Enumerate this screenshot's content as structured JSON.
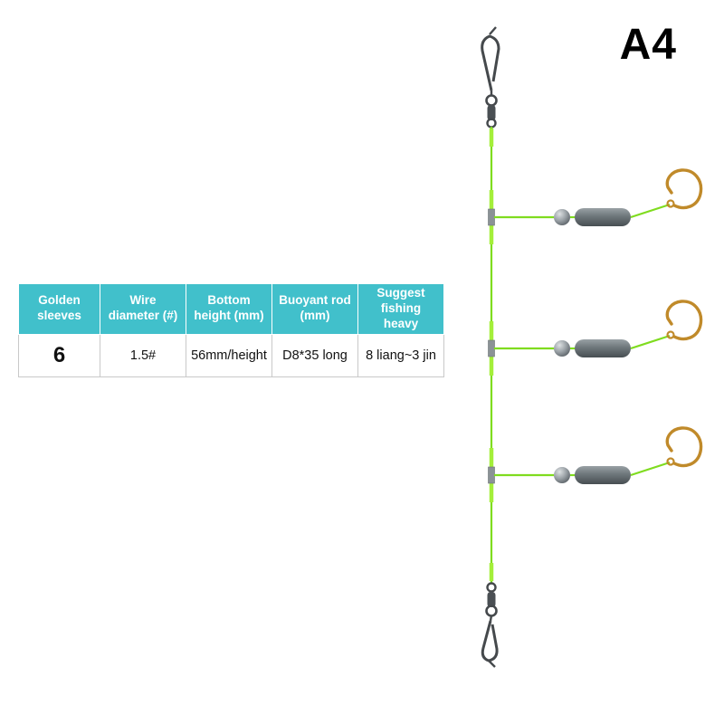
{
  "page": {
    "variant_label": "A4",
    "background_color": "#ffffff"
  },
  "spec_table": {
    "headers": [
      "Golden sleeves",
      "Wire diameter (#)",
      "Bottom height (mm)",
      "Buoyant rod (mm)",
      "Suggest fishing heavy"
    ],
    "values": [
      "6",
      "1.5#",
      "56mm/height",
      "D8*35 long",
      "8 liang~3 jin"
    ],
    "header_bg_color": "#41c0cb",
    "header_text_color": "#ffffff"
  },
  "illustration": {
    "description": "three-dropper fishing rig with snap swivels, beads, buoyant rods and gold hooks",
    "line_color": "#7fdc1f",
    "sleeve_color": "#a4ef3a",
    "hook_color": "#c08a2a",
    "hardware_color": "#45494c",
    "bead_color": "#9aa1a6",
    "rod_color": "#6e777b",
    "dropper_count": 3
  }
}
